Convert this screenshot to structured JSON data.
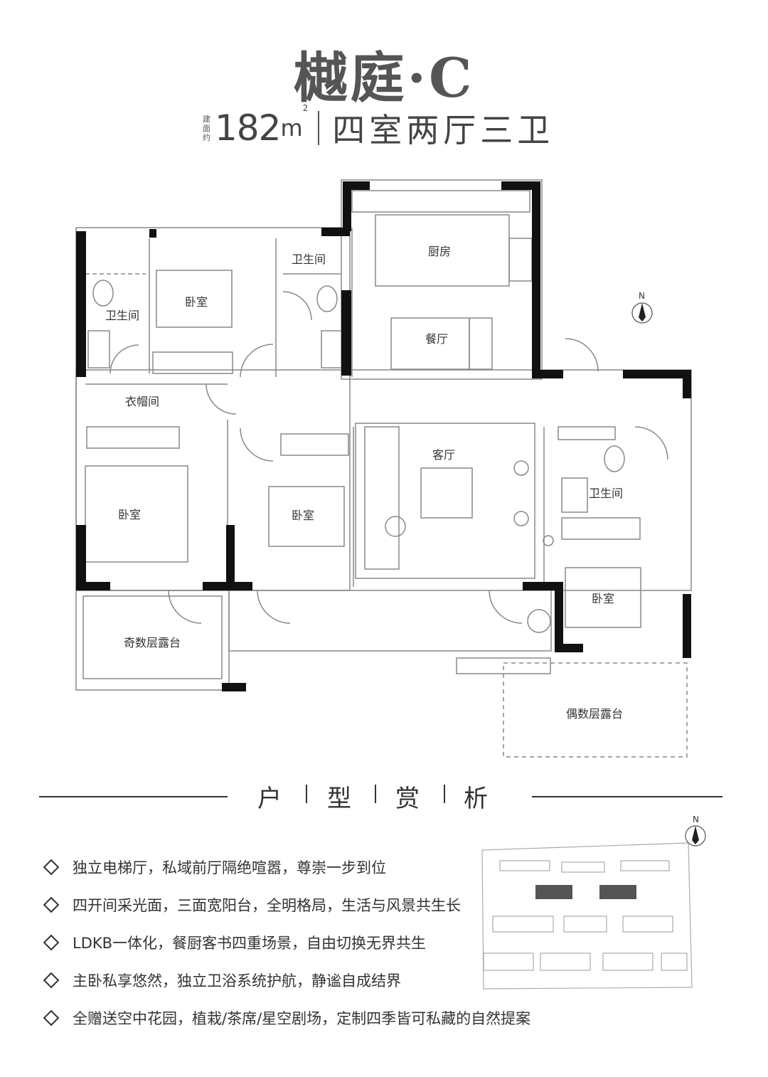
{
  "title": "樾庭·C",
  "area": {
    "label": [
      "建",
      "面",
      "约"
    ],
    "value": "182",
    "unit": "m",
    "unit_sup": "2"
  },
  "layout": "四室两厅三卫",
  "rooms": {
    "kitchen": "厨房",
    "dining": "餐厅",
    "living": "客厅",
    "bath_top": "卫生间",
    "bath_left": "卫生间",
    "bath_right": "卫生间",
    "bedroom_top": "卧室",
    "bedroom_master": "卧室",
    "bedroom_mid": "卧室",
    "bedroom_right": "卧室",
    "cloakroom": "衣帽间",
    "terrace_odd": "奇数层露台",
    "terrace_even": "偶数层露台"
  },
  "compass_label": "N",
  "section_title": [
    "户",
    "型",
    "赏",
    "析"
  ],
  "features": [
    "独立电梯厅，私域前厅隔绝喧嚣，尊崇一步到位",
    "四开间采光面，三面宽阳台，全明格局，生活与风景共生长",
    "LDKB一体化，餐厨客书四重场景，自由切换无界共生",
    "主卧私享悠然，独立卫浴系统护航，静谧自成结界",
    "全赠送空中花园，植栽/茶席/星空剧场，定制四季皆可私藏的自然提案"
  ],
  "site_compass_label": "N"
}
